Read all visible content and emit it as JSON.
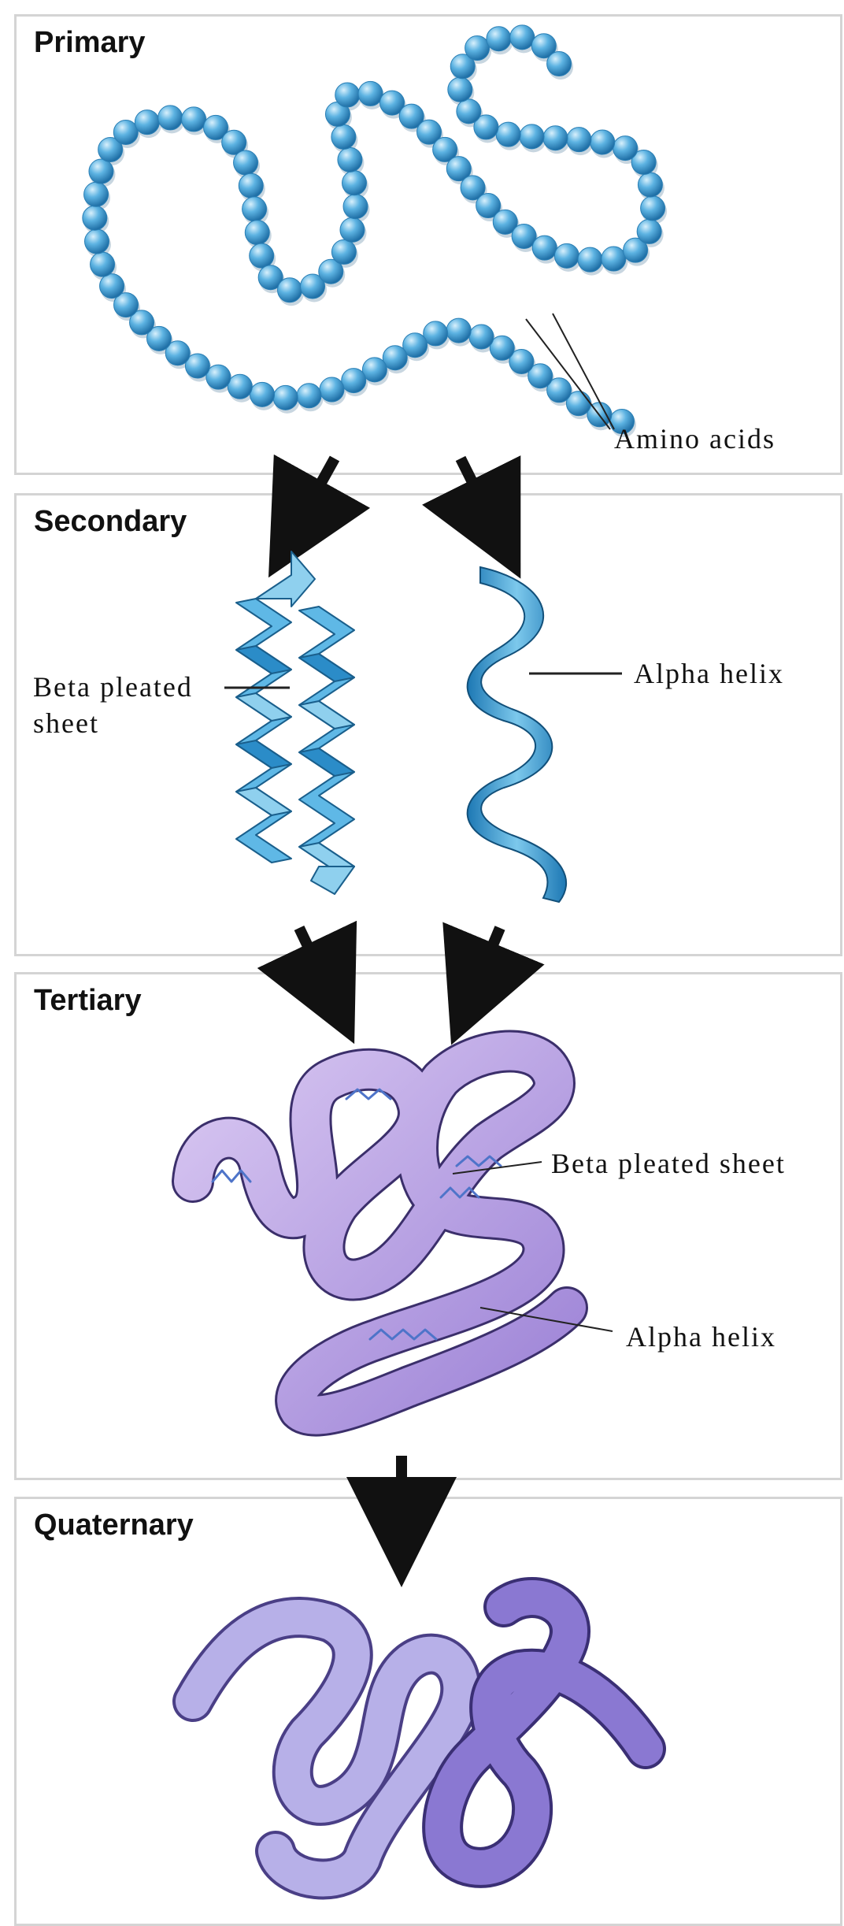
{
  "panels": {
    "primary": {
      "title": "Primary"
    },
    "secondary": {
      "title": "Secondary"
    },
    "tertiary": {
      "title": "Tertiary"
    },
    "quaternary": {
      "title": "Quaternary"
    }
  },
  "labels": {
    "amino_acids": "Amino acids",
    "beta_line1": "Beta pleated",
    "beta_line2": "sheet",
    "alpha_helix": "Alpha helix",
    "tertiary_beta": "Beta pleated sheet",
    "tertiary_alpha": "Alpha helix"
  },
  "colors": {
    "bead": "#4aa3d6",
    "sheet_light": "#8fd0ee",
    "sheet_dark": "#2b8cc8",
    "tertiary": "#b79be0",
    "quaternary_light": "#b7b0e8",
    "quaternary_dark": "#8a78d2"
  }
}
